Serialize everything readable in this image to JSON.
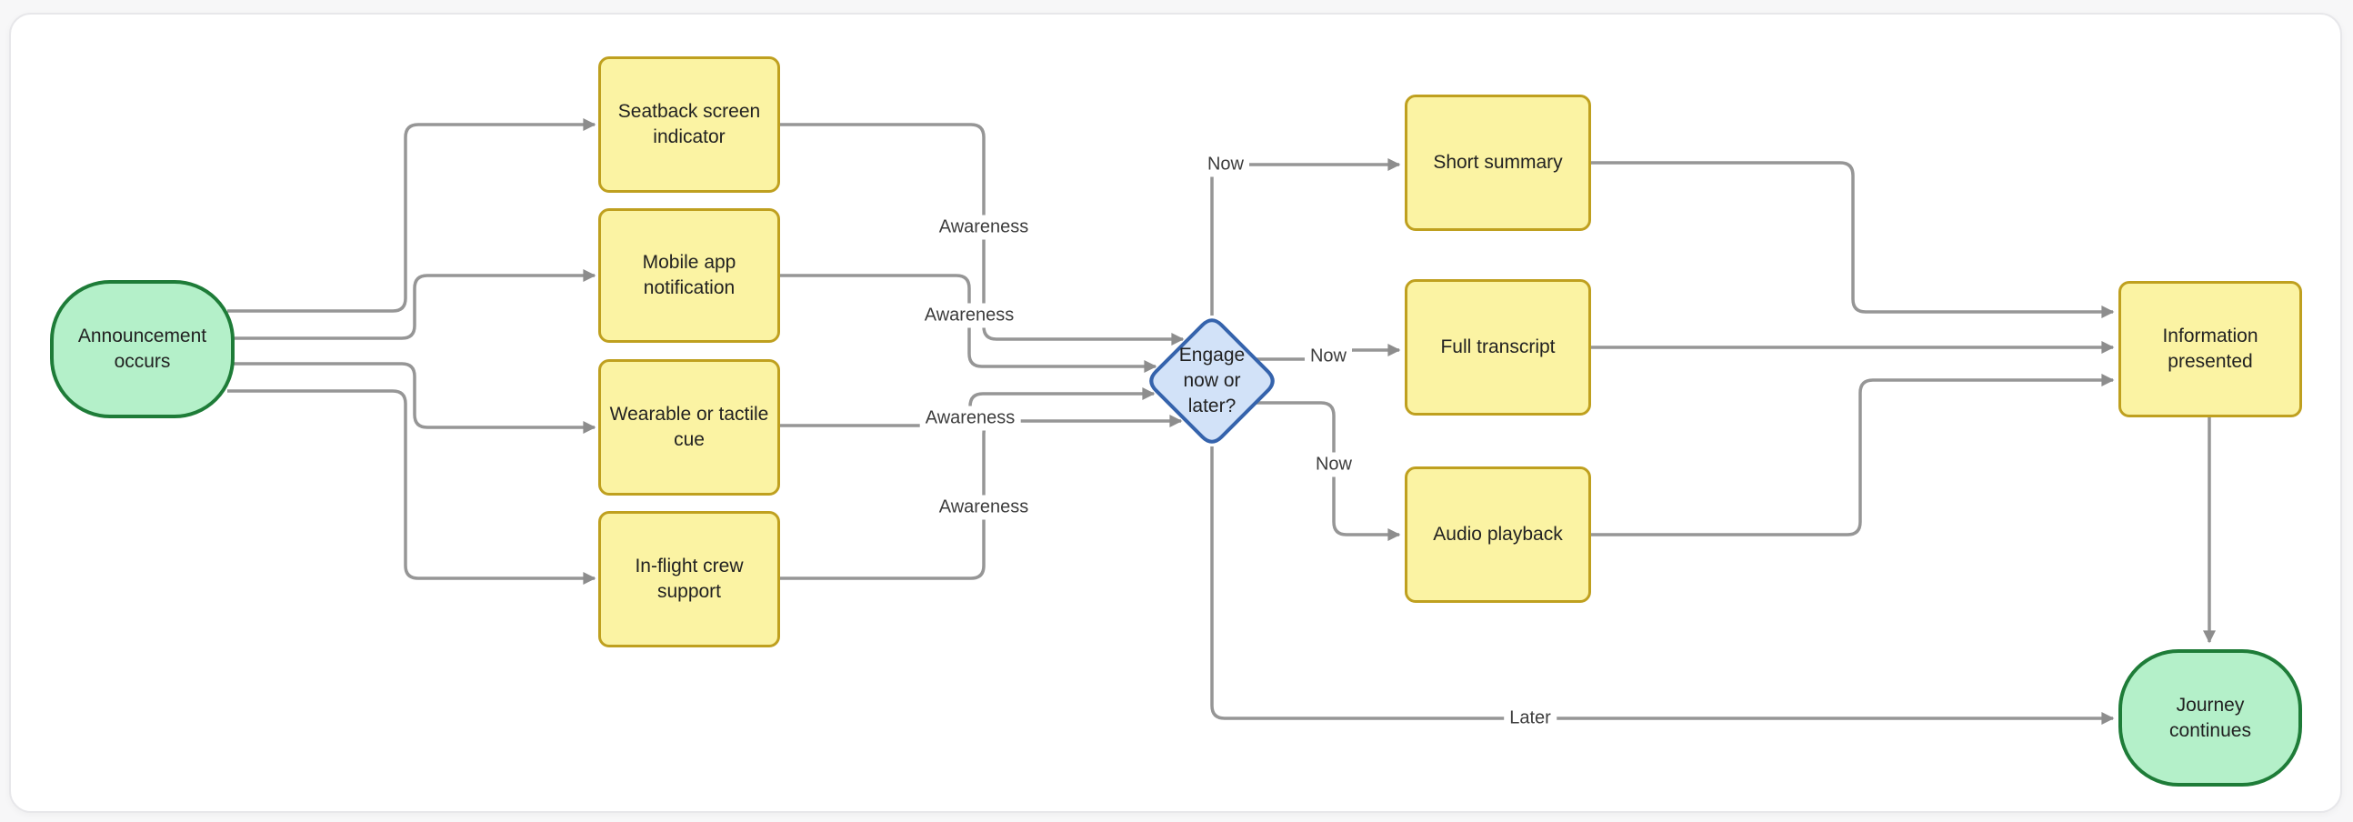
{
  "diagram": {
    "type": "flowchart",
    "nodes": {
      "announcement": {
        "label": "Announcement occurs",
        "shape": "stadium"
      },
      "seatback": {
        "label": "Seatback screen indicator",
        "shape": "rect"
      },
      "mobile": {
        "label": "Mobile app notification",
        "shape": "rect"
      },
      "wearable": {
        "label": "Wearable or tactile cue",
        "shape": "rect"
      },
      "inflight": {
        "label": "In-flight crew support",
        "shape": "rect"
      },
      "decision": {
        "label": "Engage now or later?",
        "shape": "diamond"
      },
      "short_summary": {
        "label": "Short summary",
        "shape": "rect"
      },
      "full_transcript": {
        "label": "Full transcript",
        "shape": "rect"
      },
      "audio_playback": {
        "label": "Audio playback",
        "shape": "rect"
      },
      "information": {
        "label": "Information presented",
        "shape": "rect"
      },
      "journey": {
        "label": "Journey continues",
        "shape": "stadium"
      }
    },
    "edges": [
      {
        "from": "announcement",
        "to": "seatback",
        "label": ""
      },
      {
        "from": "announcement",
        "to": "mobile",
        "label": ""
      },
      {
        "from": "announcement",
        "to": "wearable",
        "label": ""
      },
      {
        "from": "announcement",
        "to": "inflight",
        "label": ""
      },
      {
        "from": "seatback",
        "to": "decision",
        "label": "Awareness"
      },
      {
        "from": "mobile",
        "to": "decision",
        "label": "Awareness"
      },
      {
        "from": "wearable",
        "to": "decision",
        "label": "Awareness"
      },
      {
        "from": "inflight",
        "to": "decision",
        "label": "Awareness"
      },
      {
        "from": "decision",
        "to": "short_summary",
        "label": "Now"
      },
      {
        "from": "decision",
        "to": "full_transcript",
        "label": "Now"
      },
      {
        "from": "decision",
        "to": "audio_playback",
        "label": "Now"
      },
      {
        "from": "short_summary",
        "to": "information",
        "label": ""
      },
      {
        "from": "full_transcript",
        "to": "information",
        "label": ""
      },
      {
        "from": "audio_playback",
        "to": "information",
        "label": ""
      },
      {
        "from": "information",
        "to": "journey",
        "label": ""
      },
      {
        "from": "decision",
        "to": "journey",
        "label": "Later"
      }
    ],
    "colors": {
      "page_background": "#f7f7f8",
      "canvas_background": "#ffffff",
      "canvas_border": "#e7e7ea",
      "edge_line": "#969696",
      "arrowhead": "#8d8d8d",
      "process_fill": "#fbf3a3",
      "process_stroke": "#bfa01f",
      "terminal_fill": "#b4f0c9",
      "terminal_stroke": "#1e7c38",
      "decision_fill": "#d2e2f8",
      "decision_stroke": "#3563ac",
      "node_text": "#222222",
      "edge_label_text": "#3d3d3d"
    }
  }
}
